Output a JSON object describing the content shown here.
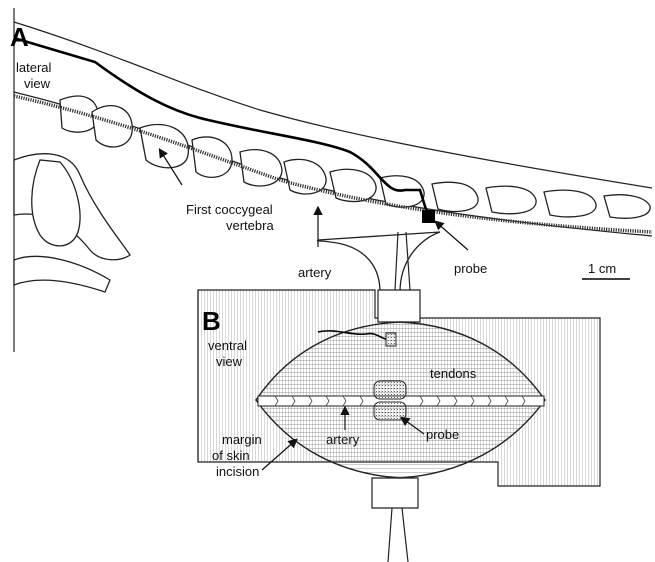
{
  "panel_a": {
    "letter": "A",
    "view_label": [
      "lateral",
      "view"
    ],
    "vertebra_label": [
      "First coccygeal",
      "vertebra"
    ],
    "artery_label": "artery",
    "probe_label": "probe",
    "scale_label": "1 cm"
  },
  "panel_b": {
    "letter": "B",
    "view_label": [
      "ventral",
      "view"
    ],
    "tendons_label": "tendons",
    "artery_label": "artery",
    "probe_label": "probe",
    "margin_label": [
      "margin",
      "of skin",
      "incision"
    ]
  }
}
